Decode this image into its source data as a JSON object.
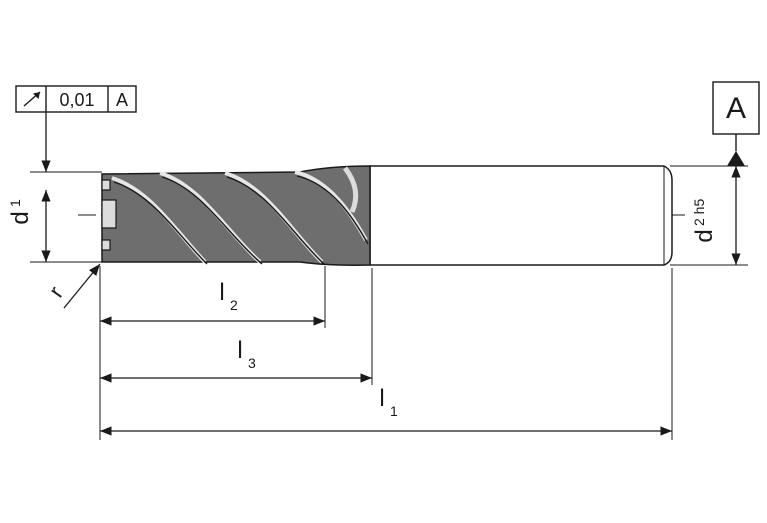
{
  "tolerance_frame": {
    "value": "0,01",
    "datum": "A"
  },
  "datum_box": {
    "label": "A"
  },
  "dimensions": {
    "d1": {
      "symbol": "d",
      "subscript": "1"
    },
    "d2": {
      "symbol": "d",
      "subscript": "2 h5"
    },
    "l1": {
      "symbol": "l",
      "subscript": "1"
    },
    "l2": {
      "symbol": "l",
      "subscript": "2"
    },
    "l3": {
      "symbol": "l",
      "subscript": "3"
    },
    "r": {
      "symbol": "r"
    }
  },
  "colors": {
    "line": "#1a1a1a",
    "flute_fill": "#6e6e6e",
    "flute_dark": "#4a4a4a",
    "shank_fill": "#ffffff"
  }
}
